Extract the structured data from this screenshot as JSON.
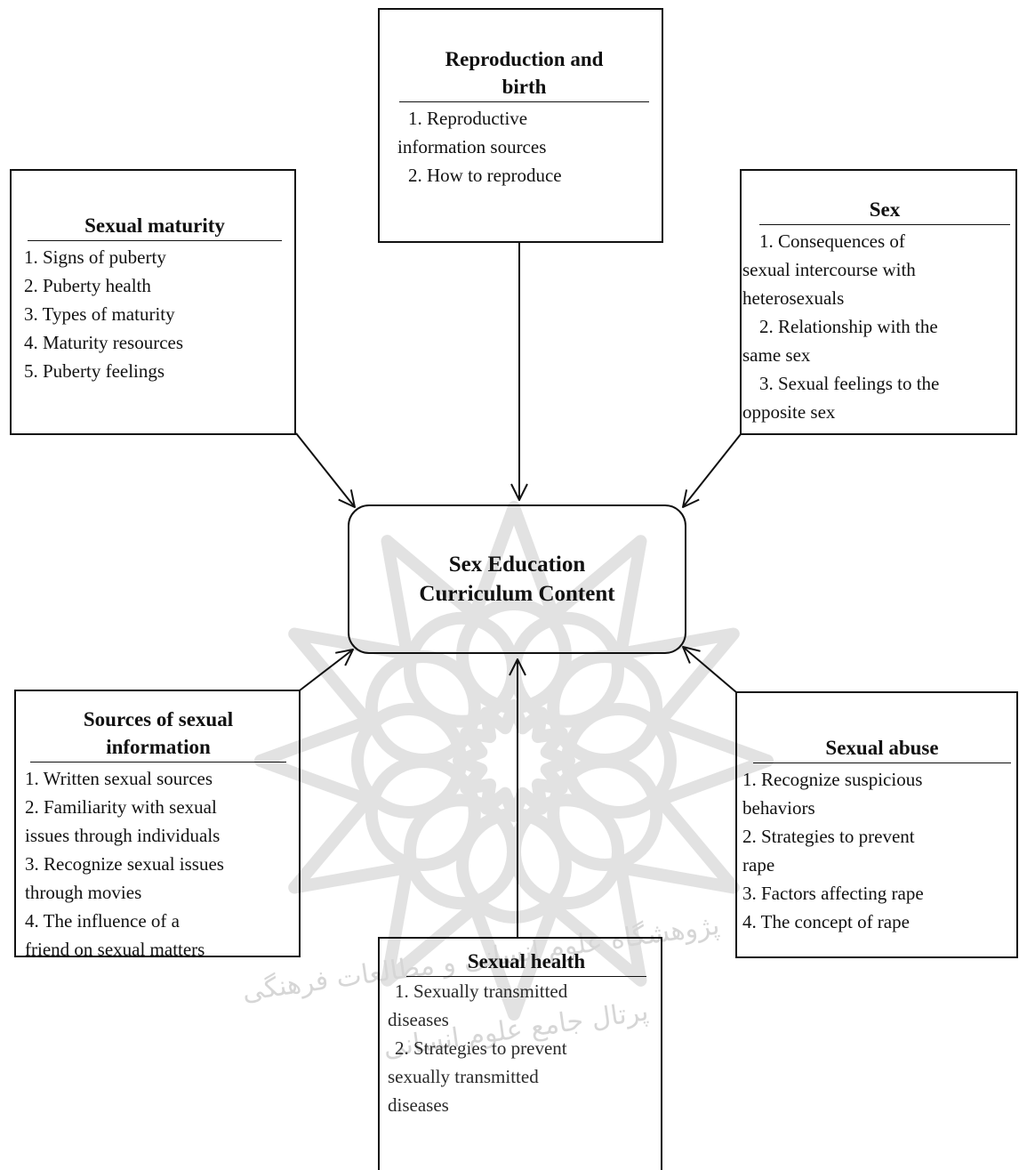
{
  "center": {
    "title_line1": "Sex Education",
    "title_line2": "Curriculum Content"
  },
  "boxes": {
    "reproduction": {
      "title_line1": "Reproduction and",
      "title_line2": "birth",
      "item1_line1": "1.  Reproductive",
      "item1_line2": "information sources",
      "item2": "2.  How to reproduce"
    },
    "sexual_maturity": {
      "title": "Sexual maturity",
      "items": [
        "1. Signs of puberty",
        "2. Puberty health",
        "3. Types of maturity",
        "4. Maturity resources",
        "5. Puberty feelings"
      ]
    },
    "sex": {
      "title": "Sex",
      "lines": [
        "1. Consequences of",
        "sexual intercourse with",
        "heterosexuals",
        "2. Relationship with the",
        "same sex",
        "3. Sexual feelings to the",
        "opposite sex"
      ]
    },
    "sources": {
      "title_line1": "Sources of sexual",
      "title_line2": "information",
      "lines": [
        "1. Written sexual sources",
        "2. Familiarity with sexual",
        "issues through individuals",
        "3. Recognize sexual issues",
        "through movies",
        "4. The influence of a",
        "friend on sexual matters"
      ]
    },
    "sexual_abuse": {
      "title": "Sexual abuse",
      "lines": [
        "1. Recognize suspicious",
        "behaviors",
        "2. Strategies to prevent",
        "rape",
        "3. Factors affecting rape",
        "4. The concept of rape"
      ]
    },
    "sexual_health": {
      "title": "Sexual health",
      "lines": [
        "1.  Sexually transmitted",
        "diseases",
        "2.  Strategies to prevent",
        "sexually transmitted",
        "diseases"
      ]
    }
  },
  "watermark": {
    "text_line1": "پژوهشگاه علوم انسانی و مطالعات فرهنگی",
    "text_line2": "پرتال جامع علوم انسانی"
  },
  "colors": {
    "line": "#111111",
    "watermark": "#d6d6d6"
  }
}
